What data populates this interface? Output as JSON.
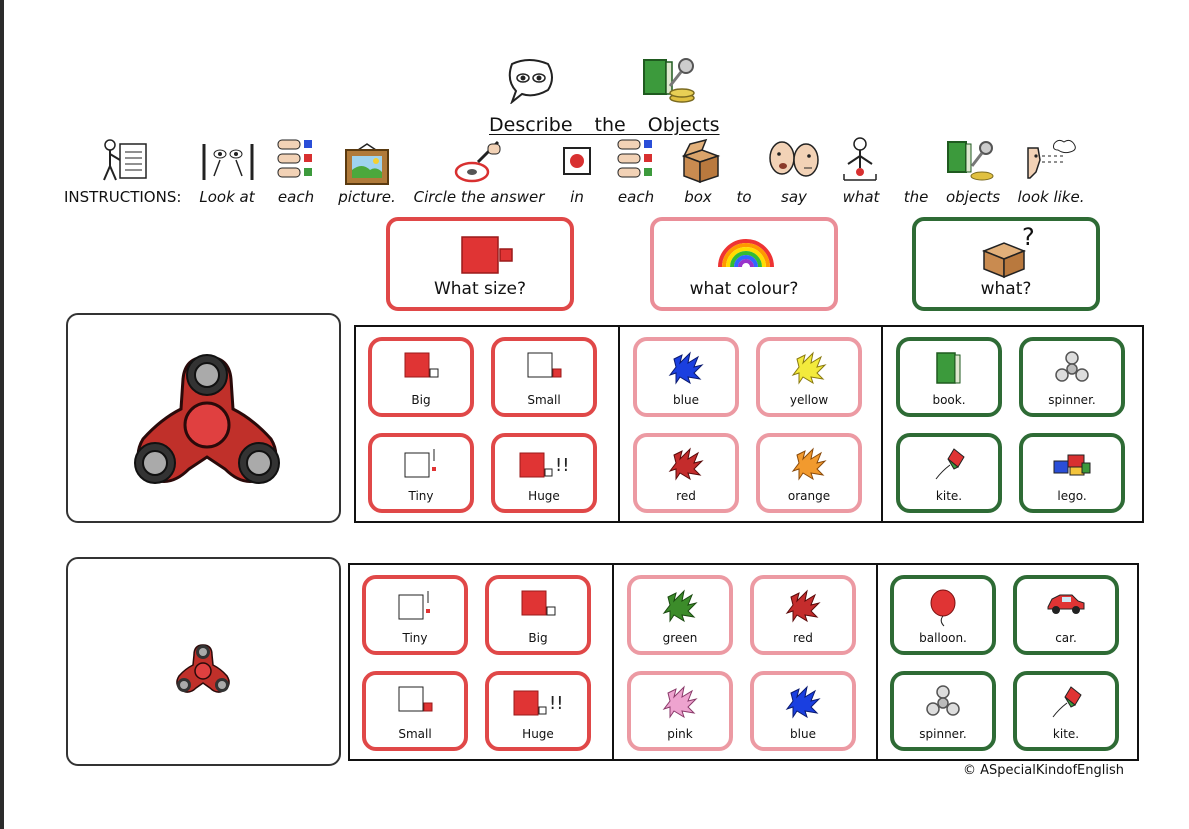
{
  "title": "Describe the Objects",
  "instructions": {
    "label": "INSTRUCTIONS:",
    "words": [
      "Look at",
      "each",
      "picture.",
      "Circle the answer",
      "in",
      "each",
      "box",
      "to",
      "say",
      "what",
      "the",
      "objects",
      "look like."
    ]
  },
  "categories": [
    {
      "label": "What size?",
      "icon": "size-icon"
    },
    {
      "label": "what colour?",
      "icon": "rainbow-icon"
    },
    {
      "label": "what?",
      "icon": "box-question-icon"
    }
  ],
  "rows": [
    {
      "picture": "fidget-spinner-large",
      "size_options": [
        "Big",
        "Small",
        "Tiny",
        "Huge"
      ],
      "colour_options": [
        "blue",
        "yellow",
        "red",
        "orange"
      ],
      "object_options": [
        "book.",
        "spinner.",
        "kite.",
        "lego."
      ]
    },
    {
      "picture": "fidget-spinner-small",
      "size_options": [
        "Tiny",
        "Big",
        "Small",
        "Huge"
      ],
      "colour_options": [
        "green",
        "red",
        "pink",
        "blue"
      ],
      "object_options": [
        "balloon.",
        "car.",
        "spinner.",
        "kite."
      ]
    }
  ],
  "colours": {
    "blue": "#1a3fe0",
    "yellow": "#f3ea3c",
    "red": "#c42c2c",
    "orange": "#f29a2e",
    "green": "#3c8c2a",
    "pink": "#eea3cf",
    "size_border": "#e04848",
    "colour_border": "#ec9aa3",
    "what_border": "#2e6b35"
  },
  "copyright": "© ASpecialKindofEnglish"
}
